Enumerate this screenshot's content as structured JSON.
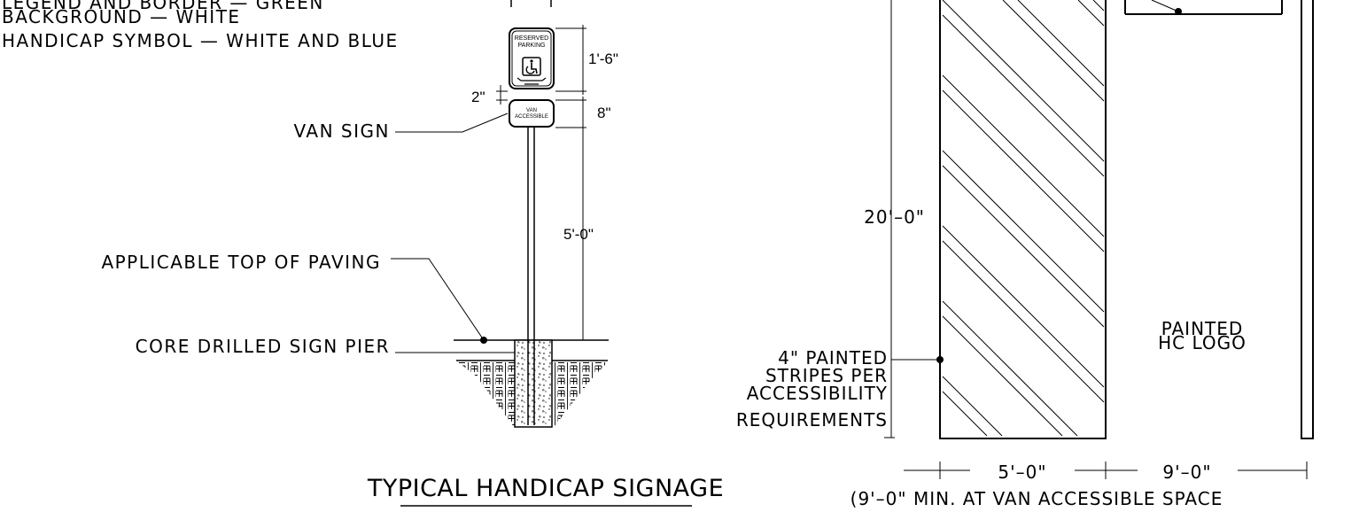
{
  "sign_notes": {
    "line1": "LEGEND AND BORDER — GREEN",
    "line2": "BACKGROUND — WHITE",
    "line3": "HANDICAP SYMBOL — WHITE AND BLUE"
  },
  "sign": {
    "reserved_line1": "RESERVED",
    "reserved_line2": "PARKING",
    "van_line1": "VAN",
    "van_line2": "ACCESSIBLE"
  },
  "signage_dims": {
    "sign_height": "1'-6\"",
    "gap": "2\"",
    "van_height": "8\"",
    "post_height": "5'-0\""
  },
  "signage_labels": {
    "van_sign": "VAN SIGN",
    "top_of_paving": "APPLICABLE TOP OF PAVING",
    "sign_pier": "CORE DRILLED SIGN PIER"
  },
  "signage_title": "TYPICAL HANDICAP SIGNAGE",
  "parking": {
    "length_dim": "20'–0\"",
    "aisle_width": "5'–0\"",
    "space_width": "9'–0\"",
    "stripes_note": [
      "4\" PAINTED",
      "STRIPES PER",
      "ACCESSIBILITY",
      "REQUIREMENTS"
    ],
    "logo_note": [
      "PAINTED",
      "HC LOGO"
    ],
    "van_note": "(9'–0\" MIN. AT VAN ACCESSIBLE SPACE"
  }
}
